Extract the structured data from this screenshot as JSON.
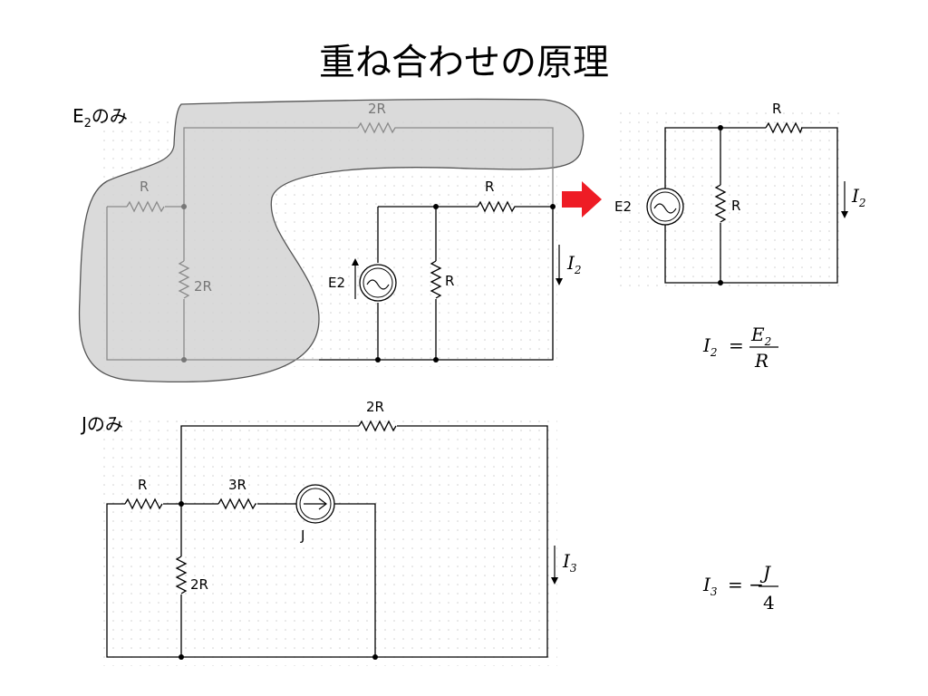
{
  "title": "重ね合わせの原理",
  "section_e2": {
    "label_main": "E",
    "label_sub": "2",
    "label_tail": "のみ"
  },
  "section_j": {
    "label": "Jのみ"
  },
  "labels": {
    "two_r": "2R",
    "r": "R",
    "three_r": "3R",
    "e2": "E2",
    "j": "J",
    "i2_main": "I",
    "i2_sub": "2",
    "i3_main": "I",
    "i3_sub": "3"
  },
  "equations": {
    "i2": {
      "lhs_main": "I",
      "lhs_sub": "2",
      "eq": "=",
      "num_main": "E",
      "num_sub": "2",
      "den": "R"
    },
    "i3": {
      "lhs_main": "I",
      "lhs_sub": "3",
      "eq": "= −",
      "num": "J",
      "den": "4"
    }
  },
  "colors": {
    "shade": "#d3d3d3",
    "shade_border": "#555555",
    "arrow": "#ee1c25",
    "grid_dot": "#cfcfcf"
  }
}
